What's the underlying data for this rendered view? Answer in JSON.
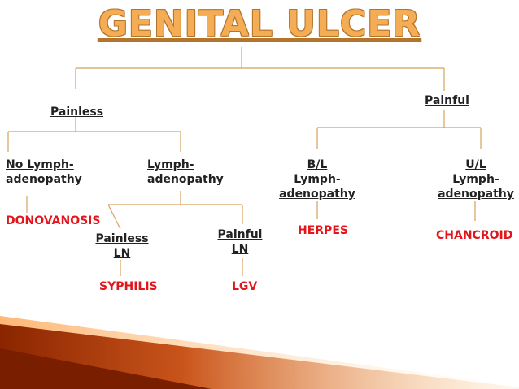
{
  "title": "GENITAL ULCER",
  "nodes": {
    "painless": "Painless",
    "painful": "Painful",
    "no_lymph_1": "No Lymph-",
    "no_lymph_2": "adenopathy",
    "lymph_1": "Lymph-",
    "lymph_2": "adenopathy",
    "bl_1": "B/L",
    "bl_2": "Lymph-",
    "bl_3": "adenopathy",
    "ul_1": "U/L",
    "ul_2": "Lymph-",
    "ul_3": "adenopathy",
    "painless_ln_1": "Painless",
    "painless_ln_2": "LN",
    "painful_ln_1": "Painful",
    "painful_ln_2": "LN"
  },
  "diagnoses": {
    "donovanosis": "DONOVANOSIS",
    "herpes": "HERPES",
    "chancroid": "CHANCROID",
    "syphilis": "SYPHILIS",
    "lgv": "LGV"
  },
  "colors": {
    "title": "#f4ad54",
    "diagnosis": "#e3151a",
    "line": "#d8a15c",
    "text": "#222222",
    "footer_dark": "#8a2500",
    "footer_light": "#ffd9a8"
  }
}
